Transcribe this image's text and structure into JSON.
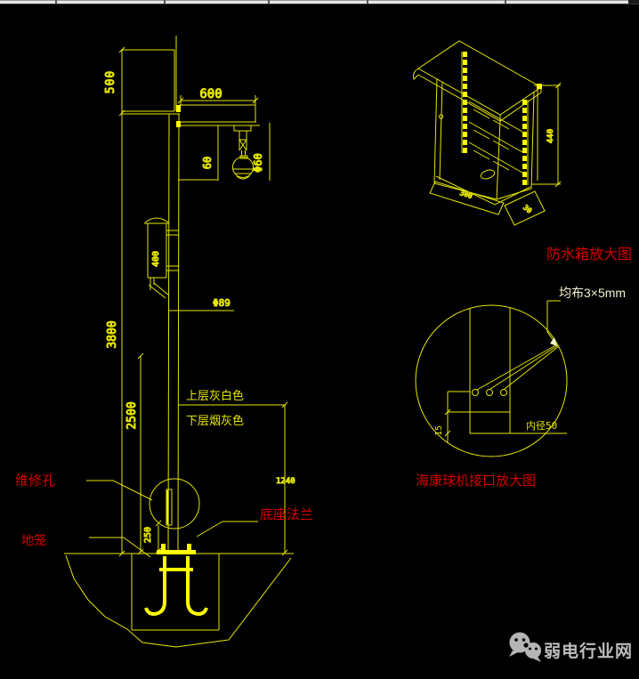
{
  "app": {
    "type": "cad-drawing-screenshot",
    "background": "#000000"
  },
  "colors": {
    "line_yellow": "#e6e600",
    "bright_yellow": "#ffff00",
    "annotation_red": "#d40000",
    "pale_yellow": "#f2f2cf",
    "watermark_gray": "#bdbdbd",
    "chrome_bar": "#e6e6e6"
  },
  "pole_elevation": {
    "dims": {
      "top_section_height": "500",
      "arm_length": "600",
      "camera_offset": "60",
      "camera_diameter": "Φ60",
      "pole_total_height": "3800",
      "pole_mid_height": "2500",
      "pole_tube_diameter": "Φ89",
      "box_height": "400",
      "lower_band_height": "1240",
      "hole_to_base": "250"
    },
    "labels": {
      "upper_paint": "上层灰白色",
      "lower_paint": "下层烟灰色",
      "maintenance_hole": "维修孔",
      "ground_cage": "地笼",
      "base_flange": "底座法兰"
    }
  },
  "waterproof_box_detail": {
    "title": "防水箱放大图",
    "dims": {
      "height": "440",
      "width": "300",
      "depth": "30"
    }
  },
  "camera_interface_detail": {
    "title": "海康球机接口放大图",
    "labels": {
      "holes": "均布3×5mm",
      "inner_diameter": "内径50"
    },
    "dims": {
      "edge_offset": "15"
    }
  },
  "watermark": {
    "site_name": "弱电行业网",
    "icon": "wechat-icon"
  }
}
